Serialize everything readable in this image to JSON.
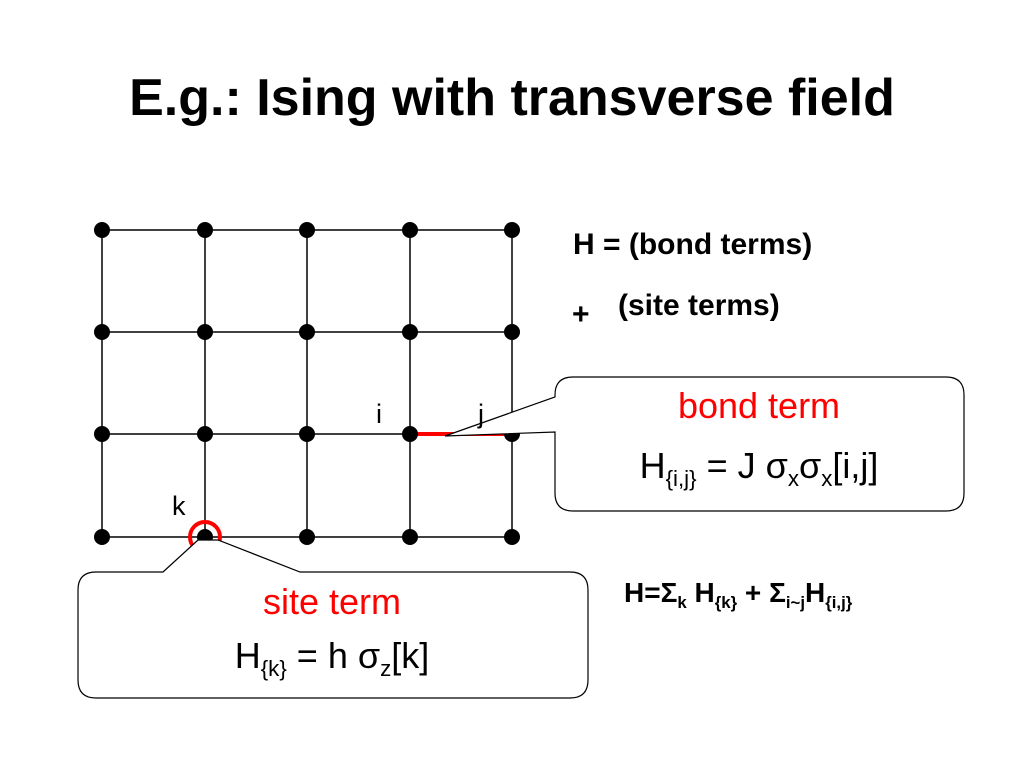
{
  "title": "E.g.: Ising with transverse field",
  "hamiltonian": {
    "line1": "H = (bond terms)",
    "plus": "+",
    "line2": "(site terms)"
  },
  "lattice": {
    "label_i": "i",
    "label_j": "j",
    "label_k": "k",
    "bond_color": "#ff0000",
    "site_marker_color": "#ff0000"
  },
  "bond_callout": {
    "title": "bond term",
    "eq_H": "H",
    "eq_sub": "{i,j}",
    "eq_mid": " = J ",
    "sigma1": "σ",
    "sigma1_sub": "x",
    "sigma2": "σ",
    "sigma2_sub": "x",
    "eq_tail": "[i,j]"
  },
  "site_callout": {
    "title": "site term",
    "eq_H": "H",
    "eq_sub": "{k}",
    "eq_mid": " = h ",
    "sigma": "σ",
    "sigma_sub": "z",
    "eq_tail": "[k]"
  },
  "sum_formula": {
    "H_eq": "H=",
    "sum1": "Σ",
    "sum1_sub": "k",
    "term1": " H",
    "term1_sub": "{k}",
    "plus": " + ",
    "sum2": "Σ",
    "sum2_sub": "i~j",
    "term2": "H",
    "term2_sub": "{i,j}"
  },
  "colors": {
    "accent": "#ff0000",
    "text": "#000000",
    "background": "#ffffff"
  }
}
